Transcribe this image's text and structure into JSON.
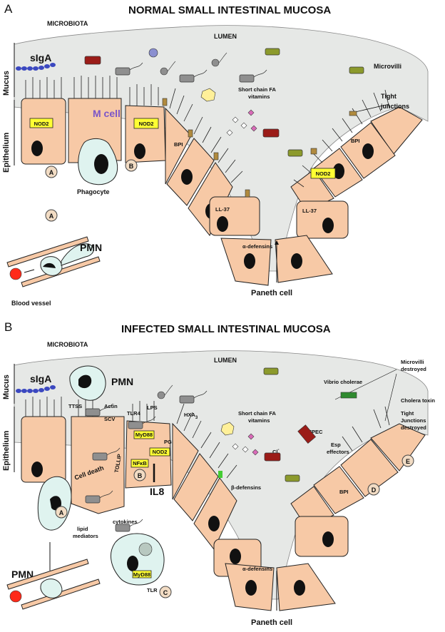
{
  "panel_a": {
    "letter": "A",
    "title": "NORMAL SMALL INTESTINAL MUCOSA",
    "microbiota": "MICROBIOTA",
    "lumen": "LUMEN",
    "mucus": "Mucus",
    "mucus_arrow": "→|",
    "epithelium": "Epithelium",
    "siga": "sIgA",
    "m_cell": "M cell",
    "nod2_1": "NOD2",
    "nod2_2": "NOD2",
    "nod2_3": "NOD2",
    "marker_a1": "A",
    "marker_b": "B",
    "marker_a2": "A",
    "phagocyte": "Phagocyte",
    "pmn": "PMN",
    "blood_vessel": "Blood vessel",
    "short_chain_1": "Short chain FA",
    "short_chain_2": "vitamins",
    "microvilli": "Microvilli",
    "tight_1": "Tight",
    "tight_2": "junctions",
    "bpi_1": "BPI",
    "bpi_2": "BPI",
    "ll37_1": "LL-37",
    "ll37_2": "LL-37",
    "defensins": "α-defensins",
    "paneth": "Paneth cell"
  },
  "panel_b": {
    "letter": "B",
    "title": "INFECTED SMALL INTESTINAL MUCOSA",
    "microbiota": "MICROBIOTA",
    "lumen": "LUMEN",
    "mucus": "Mucus",
    "epithelium": "Epithelium",
    "siga": "sIgA",
    "pmn_top": "PMN",
    "pmn_bottom": "PMN",
    "ttss": "TTSS",
    "actin": "Actin",
    "scv": "SCV",
    "tlr4": "TLR4",
    "lps": "LPS",
    "hxa3": "HXA",
    "hxa3_sub": "3",
    "cell_death": "Cell death",
    "tollip": "TOLLIP",
    "myd88_1": "MyD88",
    "myd88_2": "MyD88",
    "nfkb": "NFκB",
    "pg": "PG",
    "nod2": "NOD2",
    "il8": "IL8",
    "marker_a": "A",
    "marker_b": "B",
    "marker_c": "C",
    "marker_d": "D",
    "marker_e": "E",
    "lipid_1": "lipid",
    "lipid_2": "mediators",
    "cytokines": "cytokines",
    "tlr": "TLR",
    "short_chain_1": "Short chain FA",
    "short_chain_2": "vitamins",
    "cl": "Cl",
    "cl_sup": "-",
    "beta_defensins": "β-defensins",
    "alpha_defensins": "α-defensins",
    "bpi": "BPI",
    "epec": "EPEC",
    "esp_1": "Esp",
    "esp_2": "effectors",
    "vibrio": "Vibrio cholerae",
    "microvilli_1": "Microvilli",
    "microvilli_2": "destroyed",
    "cholera_toxin": "Cholera toxin",
    "tight_1": "Tight",
    "tight_2": "Junctions",
    "tight_3": "destroyed",
    "paneth": "Paneth cell"
  },
  "colors": {
    "cell": "#f7c9a6",
    "mucus": "#e6e8e6",
    "label_box": "#ffff33",
    "m_cell_text": "#7b55c8",
    "phagocyte": "#dff3ef",
    "red_bacterium": "#9b1c18",
    "olive_bacterium": "#8c9a2c",
    "gray_bacterium": "#8f8f8f",
    "blue_bacterium": "#8a8fd0",
    "vibrio": "#2f8a2f",
    "rbc": "#ff2a1a"
  },
  "icons": [
    "bacterium-icon",
    "nucleus-icon",
    "defensin-diamond-icon",
    "iga-chain-icon",
    "red-blood-cell-icon"
  ]
}
